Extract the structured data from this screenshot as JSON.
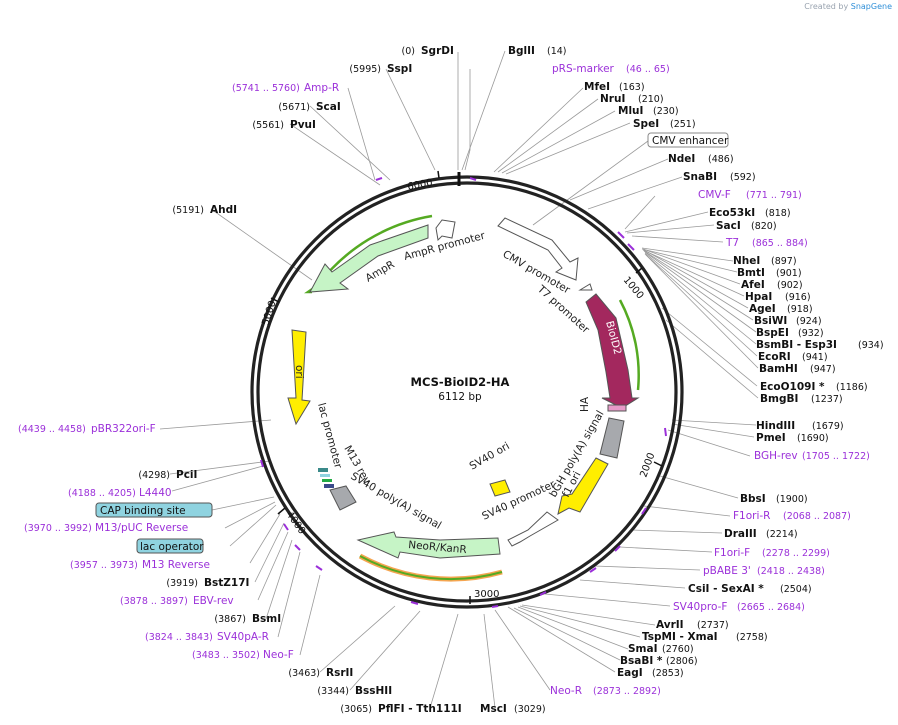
{
  "credit": {
    "prefix": "Created by",
    "brand": "SnapGene"
  },
  "plasmid": {
    "name": "MCS-BioID2-HA",
    "size_label": "6112 bp"
  },
  "ticks": [
    "1000",
    "2000",
    "3000",
    "4000",
    "5000",
    "6000"
  ],
  "sites": [
    {
      "name": "SgrDI",
      "pos": "(0)"
    },
    {
      "name": "BglII",
      "pos": "(14)"
    },
    {
      "name": "MfeI",
      "pos": "(163)"
    },
    {
      "name": "NruI",
      "pos": "(210)"
    },
    {
      "name": "MluI",
      "pos": "(230)"
    },
    {
      "name": "SpeI",
      "pos": "(251)"
    },
    {
      "name": "NdeI",
      "pos": "(486)"
    },
    {
      "name": "SnaBI",
      "pos": "(592)"
    },
    {
      "name": "Eco53kI",
      "pos": "(818)"
    },
    {
      "name": "SacI",
      "pos": "(820)"
    },
    {
      "name": "NheI",
      "pos": "(897)"
    },
    {
      "name": "BmtI",
      "pos": "(901)"
    },
    {
      "name": "AfeI",
      "pos": "(902)"
    },
    {
      "name": "HpaI",
      "pos": "(916)"
    },
    {
      "name": "AgeI",
      "pos": "(918)"
    },
    {
      "name": "BsiWI",
      "pos": "(924)"
    },
    {
      "name": "BspEI",
      "pos": "(932)"
    },
    {
      "name": "BsmBI  - Esp3I",
      "pos": "(934)"
    },
    {
      "name": "EcoRI",
      "pos": "(941)"
    },
    {
      "name": "BamHI",
      "pos": "(947)"
    },
    {
      "name": "EcoO109I *",
      "pos": "(1186)"
    },
    {
      "name": "BmgBI",
      "pos": "(1237)"
    },
    {
      "name": "HindIII",
      "pos": "(1679)"
    },
    {
      "name": "PmeI",
      "pos": "(1690)"
    },
    {
      "name": "BbsI",
      "pos": "(1900)"
    },
    {
      "name": "DraIII",
      "pos": "(2214)"
    },
    {
      "name": "CsiI  - SexAI *",
      "pos": "(2504)"
    },
    {
      "name": "AvrII",
      "pos": "(2737)"
    },
    {
      "name": "TspMI  - XmaI",
      "pos": "(2758)"
    },
    {
      "name": "SmaI",
      "pos": "(2760)"
    },
    {
      "name": "BsaBI *",
      "pos": "(2806)"
    },
    {
      "name": "EagI",
      "pos": "(2853)"
    },
    {
      "name": "MscI",
      "pos": "(3029)"
    },
    {
      "name": "PflFI  - Tth111I",
      "pos": "(3065)"
    },
    {
      "name": "BssHII",
      "pos": "(3344)"
    },
    {
      "name": "RsrII",
      "pos": "(3463)"
    },
    {
      "name": "BsmI",
      "pos": "(3867)"
    },
    {
      "name": "BstZ17I",
      "pos": "(3919)"
    },
    {
      "name": "PciI",
      "pos": "(4298)"
    },
    {
      "name": "AhdI",
      "pos": "(5191)"
    },
    {
      "name": "PvuI",
      "pos": "(5561)"
    },
    {
      "name": "ScaI",
      "pos": "(5671)"
    },
    {
      "name": "SspI",
      "pos": "(5995)"
    }
  ],
  "features": [
    {
      "name": "pRS-marker",
      "pos": "(46 .. 65)"
    },
    {
      "name": "CMV-F",
      "pos": "(771 .. 791)"
    },
    {
      "name": "T7",
      "pos": "(865 .. 884)"
    },
    {
      "name": "BGH-rev",
      "pos": "(1705 .. 1722)"
    },
    {
      "name": "F1ori-R",
      "pos": "(2068 .. 2087)"
    },
    {
      "name": "F1ori-F",
      "pos": "(2278 .. 2299)"
    },
    {
      "name": "pBABE 3'",
      "pos": "(2418 .. 2438)"
    },
    {
      "name": "SV40pro-F",
      "pos": "(2665 .. 2684)"
    },
    {
      "name": "Neo-R",
      "pos": "(2873 .. 2892)"
    },
    {
      "name": "Neo-F",
      "pos": "(3483 .. 3502)"
    },
    {
      "name": "SV40pA-R",
      "pos": "(3824 .. 3843)"
    },
    {
      "name": "EBV-rev",
      "pos": "(3878 .. 3897)"
    },
    {
      "name": "M13 Reverse",
      "pos": "(3957 .. 3973)"
    },
    {
      "name": "M13/pUC Reverse",
      "pos": "(3970 .. 3992)"
    },
    {
      "name": "L4440",
      "pos": "(4188 .. 4205)"
    },
    {
      "name": "pBR322ori-F",
      "pos": "(4439 .. 4458)"
    },
    {
      "name": "Amp-R",
      "pos": "(5741 .. 5760)"
    }
  ],
  "boxed": [
    "CMV enhancer",
    "CAP binding site",
    "lac operator"
  ],
  "arc_labels": [
    "AmpR promoter",
    "AmpR",
    "ori",
    "CMV promoter",
    "T7 promoter",
    "HA",
    "bGH poly(A) signal",
    "f1 ori",
    "SV40 promoter",
    "SV40 ori",
    "NeoR/KanR",
    "SV40 poly(A) signal",
    "M13 rev",
    "lac promoter",
    "BioID2"
  ],
  "colors": {
    "backbone": "#222222",
    "ampr": "#c6f4c6",
    "ori": "#ffee00",
    "bioid2": "#a3285e",
    "neo": "#c6f4c6",
    "feature_text": "#9b30d9",
    "cap_box": "#8fd3e0"
  }
}
